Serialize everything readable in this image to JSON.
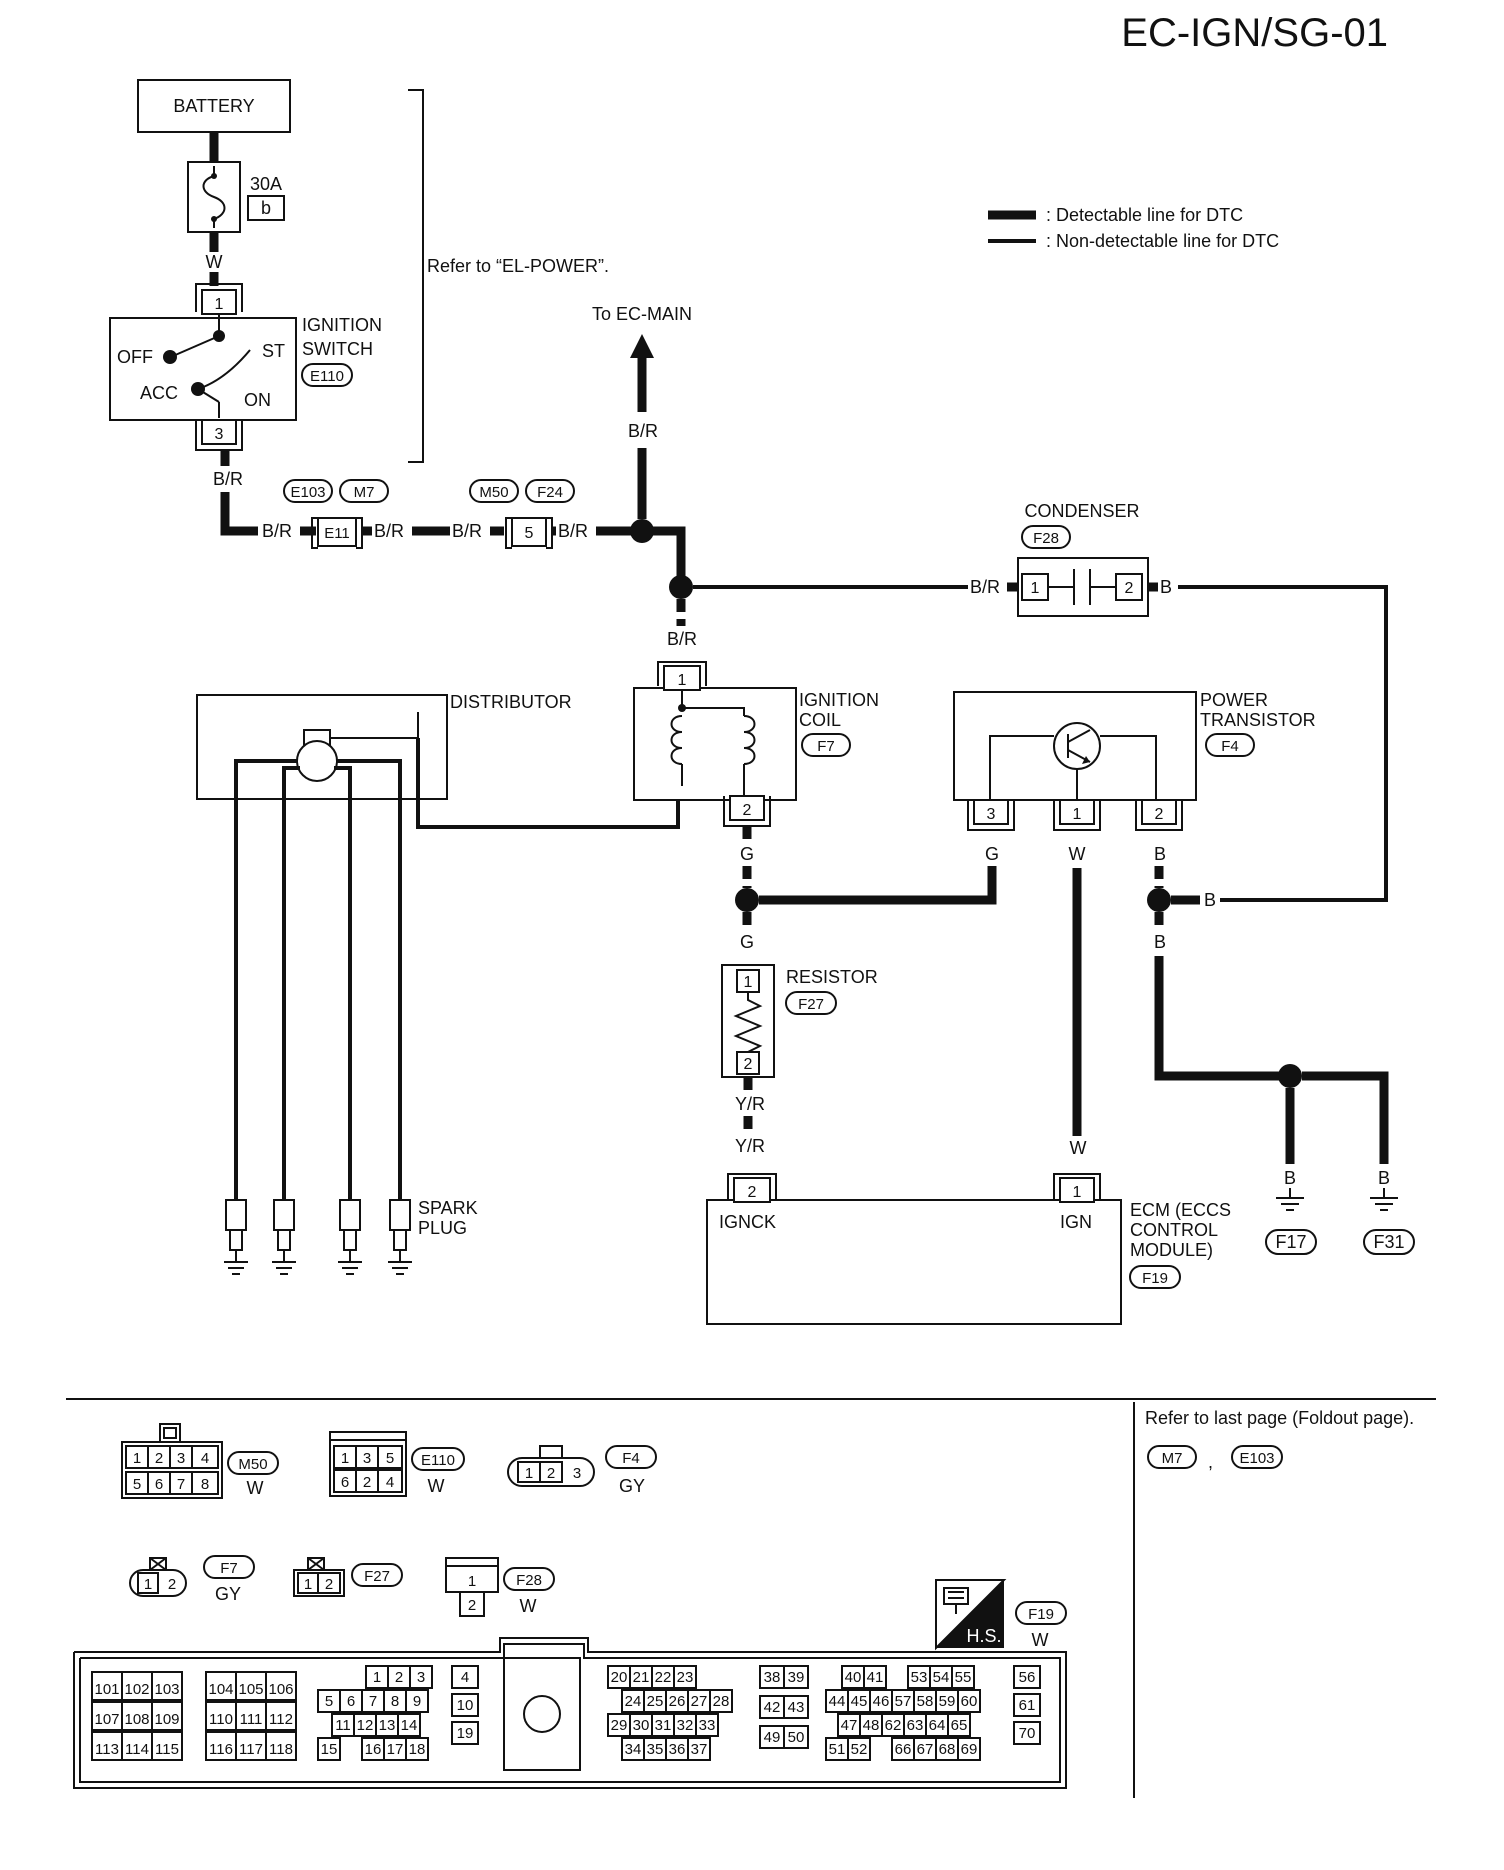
{
  "title": "EC-IGN/SG-01",
  "legend": {
    "detectable": ": Detectable line for DTC",
    "non_detectable": ": Non-detectable line for DTC"
  },
  "refer_el_power": "Refer to “EL-POWER”.",
  "to_ec_main": "To EC-MAIN",
  "battery": "BATTERY",
  "fuse": {
    "rating": "30A",
    "id": "b"
  },
  "ignition_switch": {
    "name_1": "IGNITION",
    "name_2": "SWITCH",
    "connector": "E110",
    "positions": {
      "off": "OFF",
      "acc": "ACC",
      "on": "ON",
      "st": "ST"
    }
  },
  "connectors": {
    "e103": "E103",
    "m7": "M7",
    "e11": "E11",
    "m50": "M50",
    "f24": "F24",
    "pin5": "5"
  },
  "wire_colors": {
    "w": "W",
    "br": "B/R",
    "g": "G",
    "b": "B",
    "yr": "Y/R"
  },
  "condenser": {
    "name": "CONDENSER",
    "connector": "F28"
  },
  "distributor": "DISTRIBUTOR",
  "ignition_coil": {
    "name_1": "IGNITION",
    "name_2": "COIL",
    "connector": "F7"
  },
  "power_transistor": {
    "name_1": "POWER",
    "name_2": "TRANSISTOR",
    "connector": "F4"
  },
  "resistor": {
    "name": "RESISTOR",
    "connector": "F27"
  },
  "spark_plug": {
    "name_1": "SPARK",
    "name_2": "PLUG"
  },
  "ecm": {
    "name_1": "ECM (ECCS",
    "name_2": "CONTROL",
    "name_3": "MODULE)",
    "connector": "F19",
    "ignck": "IGNCK",
    "ign": "IGN"
  },
  "grounds": {
    "f17": "F17",
    "f31": "F31"
  },
  "pins": {
    "p1": "1",
    "p2": "2",
    "p3": "3"
  },
  "connector_views": {
    "refer_foldout": "Refer to last page (Foldout page).",
    "m7": "M7",
    "e103": "E103",
    "m50": {
      "id": "M50",
      "color": "W",
      "row1": [
        "1",
        "2",
        "3",
        "4"
      ],
      "row2": [
        "5",
        "6",
        "7",
        "8"
      ]
    },
    "e110": {
      "id": "E110",
      "color": "W",
      "row1": [
        "1",
        "3",
        "5"
      ],
      "row2": [
        "6",
        "2",
        "4"
      ]
    },
    "f4": {
      "id": "F4",
      "color": "GY",
      "pins": [
        "1",
        "2",
        "3"
      ]
    },
    "f7": {
      "id": "F7",
      "color": "GY",
      "pins": [
        "1",
        "2"
      ]
    },
    "f27": {
      "id": "F27",
      "pins": [
        "1",
        "2"
      ]
    },
    "f28": {
      "id": "F28",
      "color": "W",
      "pins": [
        "1",
        "2"
      ]
    },
    "f19": {
      "id": "F19",
      "color": "W",
      "hs": "H.S."
    }
  },
  "ecm_pins": {
    "g1": [
      [
        "101",
        "102",
        "103"
      ],
      [
        "107",
        "108",
        "109"
      ],
      [
        "113",
        "114",
        "115"
      ]
    ],
    "g2": [
      [
        "104",
        "105",
        "106"
      ],
      [
        "110",
        "111",
        "112"
      ],
      [
        "116",
        "117",
        "118"
      ]
    ],
    "g3": [
      [
        "",
        "1",
        "2",
        "3"
      ],
      [
        "5",
        "6",
        "7",
        "8",
        "9"
      ],
      [
        "11",
        "12",
        "13",
        "14"
      ],
      [
        "15",
        "",
        "16",
        "17",
        "18"
      ]
    ],
    "g4": [
      "4",
      "10",
      "19"
    ],
    "g5": [
      [
        "20",
        "21",
        "22",
        "23"
      ],
      [
        "24",
        "25",
        "26",
        "27",
        "28"
      ],
      [
        "29",
        "30",
        "31",
        "32",
        "33"
      ],
      [
        "34",
        "35",
        "36",
        "37"
      ]
    ],
    "g6": [
      [
        "38",
        "39"
      ],
      [
        "42",
        "43"
      ],
      [
        "49",
        "50"
      ]
    ],
    "g7": [
      [
        "40",
        "41",
        "",
        "53",
        "54",
        "55"
      ],
      [
        "44",
        "45",
        "46",
        "57",
        "58",
        "59",
        "60"
      ],
      [
        "47",
        "48",
        "62",
        "63",
        "64",
        "65"
      ],
      [
        "51",
        "52",
        "",
        "66",
        "67",
        "68",
        "69"
      ]
    ],
    "g8": [
      "56",
      "61",
      "70"
    ]
  }
}
